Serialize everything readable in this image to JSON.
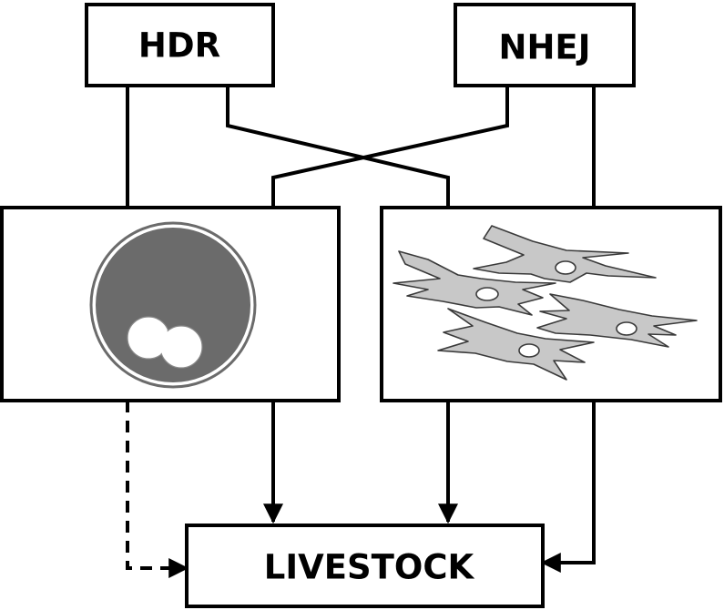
{
  "nodes": {
    "hdr": {
      "label": "HDR"
    },
    "nhej": {
      "label": "NHEJ"
    },
    "livestock": {
      "label": "LIVESTOCK"
    }
  },
  "panels": {
    "left": {
      "icon": "zygote-icon"
    },
    "right": {
      "icon": "somatic-cells-icon"
    }
  },
  "edges": [
    {
      "from": "hdr",
      "to": "left-panel",
      "style": "solid"
    },
    {
      "from": "hdr",
      "to": "right-panel",
      "style": "solid"
    },
    {
      "from": "nhej",
      "to": "left-panel",
      "style": "solid"
    },
    {
      "from": "nhej",
      "to": "right-panel",
      "style": "solid"
    },
    {
      "from": "left-panel",
      "to": "livestock",
      "style": "dashed",
      "arrow": true
    },
    {
      "from": "left-panel",
      "to": "livestock",
      "style": "solid",
      "arrow": true
    },
    {
      "from": "right-panel",
      "to": "livestock",
      "style": "solid",
      "arrow": true
    },
    {
      "from": "right-panel",
      "to": "livestock",
      "style": "solid",
      "arrow": true
    }
  ],
  "colors": {
    "stroke": "#000000",
    "zygote_fill": "#6b6b6b",
    "cell_fill": "#c8c8c8",
    "background": "#ffffff"
  }
}
